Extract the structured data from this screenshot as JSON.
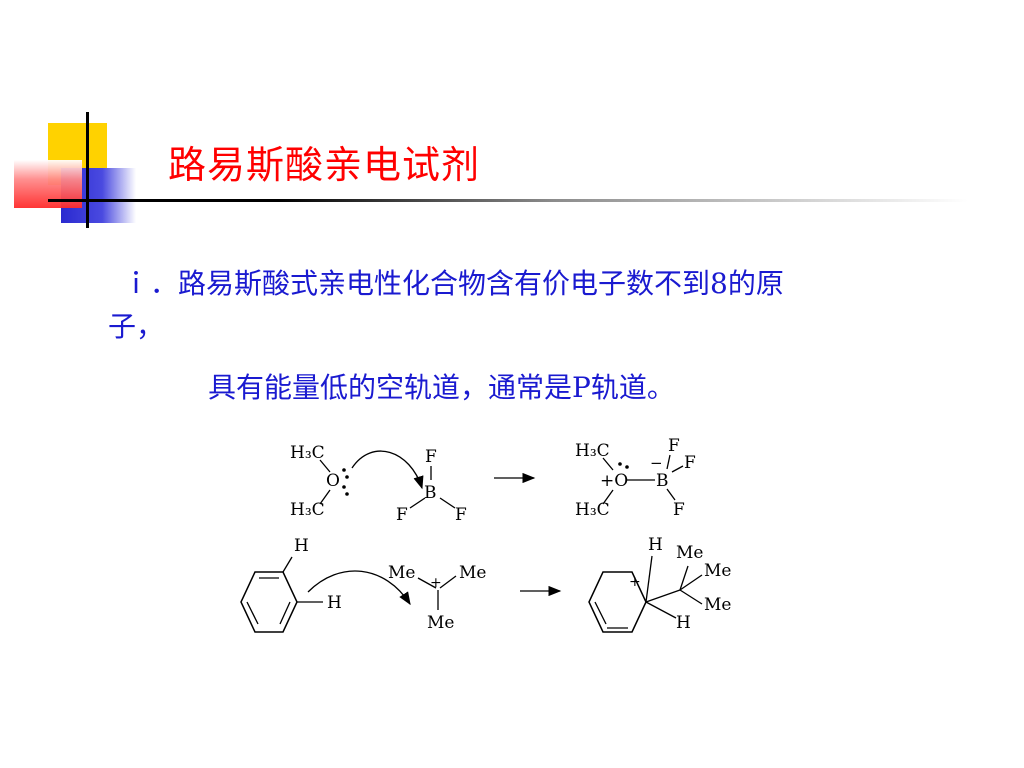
{
  "slide": {
    "title": "路易斯酸亲电试剂",
    "line1": "ｉ．路易斯酸式亲电性化合物含有价电子数不到8的原",
    "line2": "子，",
    "line3": "具有能量低的空轨道，通常是P轨道。"
  },
  "reaction1": {
    "left_top": "H₃C",
    "left_o": "O",
    "left_bottom": "H₃C",
    "bf3_top": "F",
    "bf3_b": "B",
    "bf3_left": "F",
    "bf3_right": "F",
    "prod_top": "H₃C",
    "prod_o": "+O",
    "prod_bottom": "H₃C",
    "prod_b": "B",
    "prod_minus": "−",
    "prod_f_top": "F",
    "prod_f_right": "F",
    "prod_f_bottom": "F"
  },
  "reaction2": {
    "benz_h_top": "H",
    "benz_h_right": "H",
    "cat_me_left": "Me",
    "cat_plus": "+",
    "cat_me_right": "Me",
    "cat_me_bottom": "Me",
    "prod_h_top": "H",
    "prod_plus": "+",
    "prod_h_bottom": "H",
    "prod_me_top": "Me",
    "prod_me_mid": "Me",
    "prod_me_bot": "Me"
  }
}
